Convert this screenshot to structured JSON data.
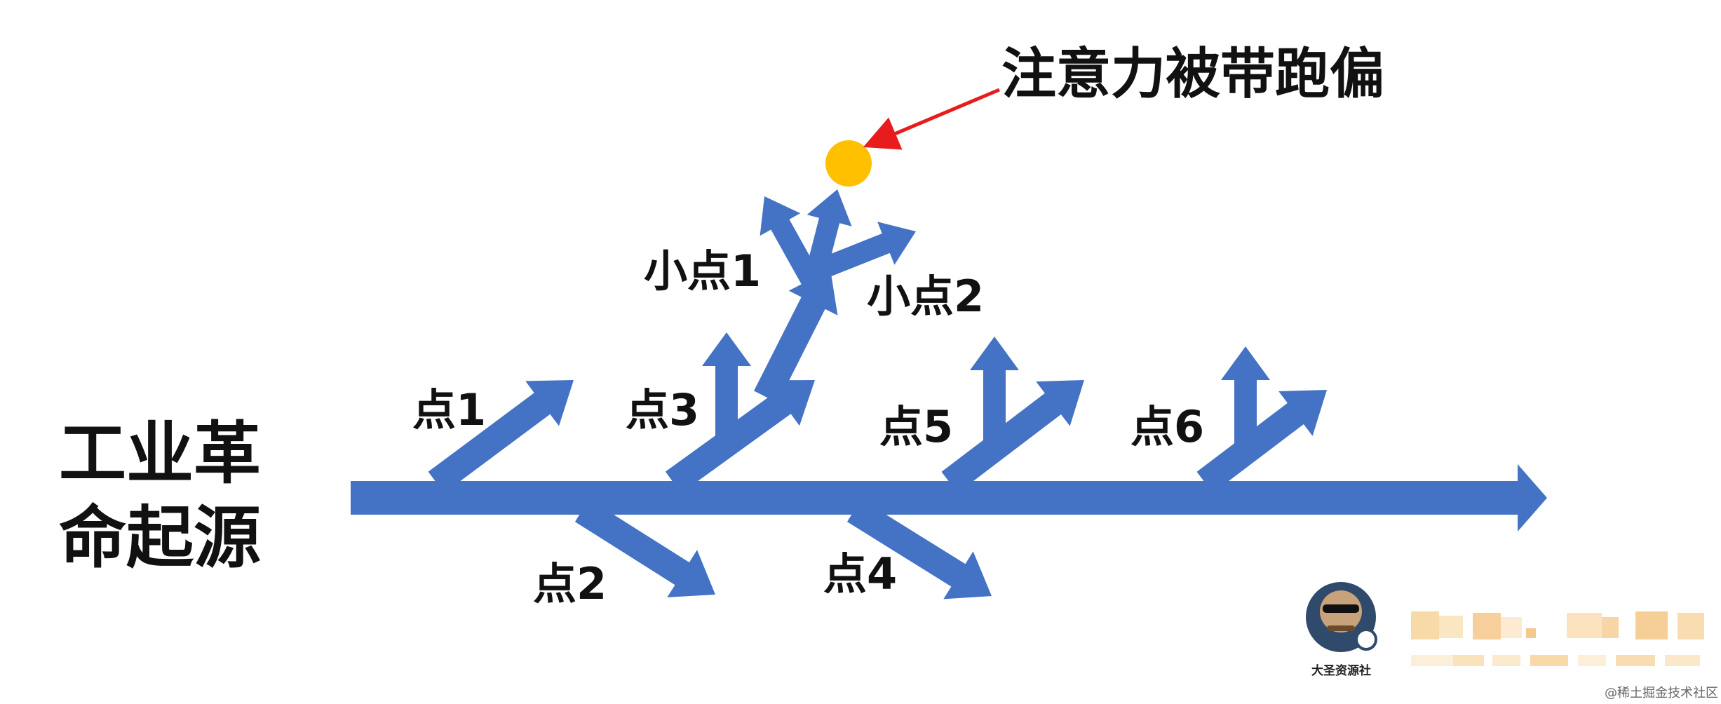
{
  "title": {
    "line1": "工业革",
    "line2": "命起源"
  },
  "points": {
    "p1": "点1",
    "p2": "点2",
    "p3": "点3",
    "p4": "点4",
    "p5": "点5",
    "p6": "点6"
  },
  "sub_points": {
    "s1": "小点1",
    "s2": "小点2"
  },
  "annotation": "注意力被带跑偏",
  "watermark": {
    "logo_text": "大圣资源社",
    "credit": "@稀土掘金技术社区"
  },
  "colors": {
    "arrow": "#4472C4",
    "dot": "#FFC000",
    "pointer": "#E81C1C",
    "text": "#111111"
  }
}
